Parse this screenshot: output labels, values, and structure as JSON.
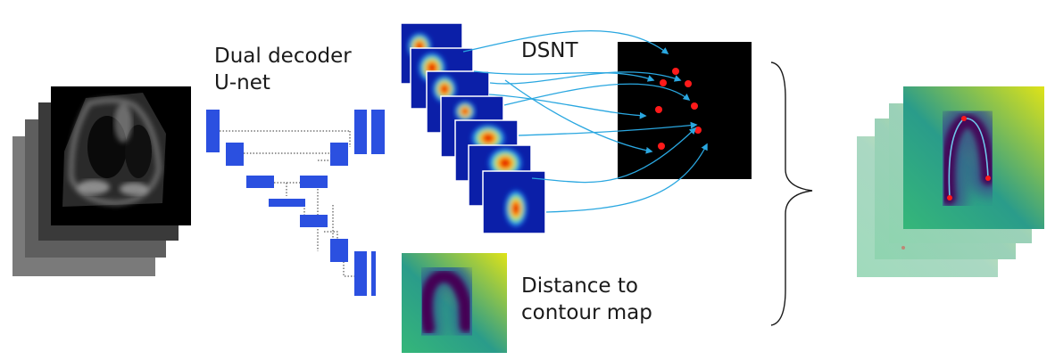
{
  "labels": {
    "network_line1": "Dual decoder",
    "network_line2": "U-net",
    "dsnt": "DSNT",
    "distance_line1": "Distance to",
    "distance_line2": "contour map"
  },
  "colors": {
    "unet_block": "#2b50e0",
    "arrow": "#2aa7e0",
    "landmark": "#ff1a1a",
    "heatmap_background": "#0b1fa8",
    "dsnt_background": "#000000"
  },
  "counts": {
    "heatmaps": 7,
    "landmarks": 7,
    "input_frames": 4,
    "output_frames": 4
  }
}
